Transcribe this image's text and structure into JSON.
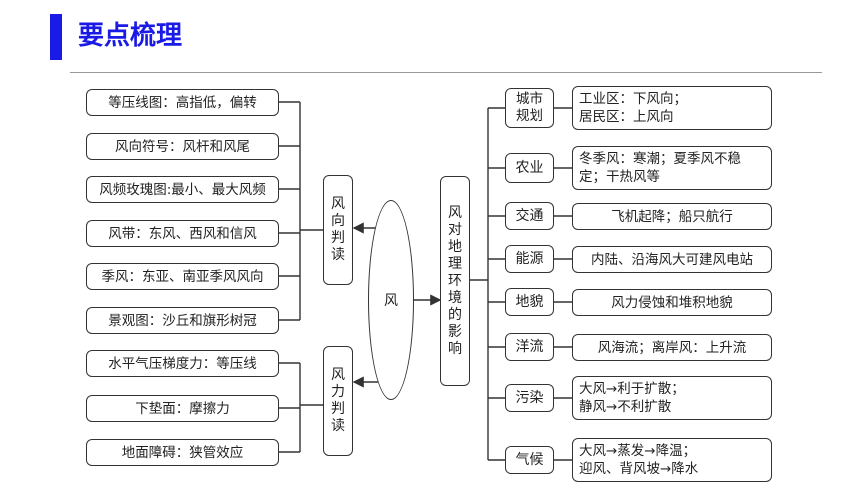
{
  "header": {
    "title": "要点梳理",
    "accent_color": "#1a1ae6"
  },
  "center": "风",
  "left_top_group": {
    "label": "风向判读",
    "items": [
      "等压线图：高指低，偏转",
      "风向符号：风杆和风尾",
      "风频玫瑰图:最小、最大风频",
      "风带：东风、西风和信风",
      "季风：东亚、南亚季风风向",
      "景观图：沙丘和旗形树冠"
    ]
  },
  "left_bottom_group": {
    "label": "风力判读",
    "items": [
      "水平气压梯度力：等压线",
      "下垫面：摩擦力",
      "地面障碍：狭管效应"
    ]
  },
  "right_group": {
    "label": "风对地理环境的影响",
    "categories": [
      {
        "name": "城市规划",
        "lines": [
          "工业区：下风向；",
          "居民区：上风向"
        ]
      },
      {
        "name": "农业",
        "lines": [
          "冬季风：寒潮；夏季风不稳",
          "定；干热风等"
        ]
      },
      {
        "name": "交通",
        "lines": [
          "飞机起降；船只航行"
        ]
      },
      {
        "name": "能源",
        "lines": [
          "内陆、沿海风大可建风电站"
        ]
      },
      {
        "name": "地貌",
        "lines": [
          "风力侵蚀和堆积地貌"
        ]
      },
      {
        "name": "洋流",
        "lines": [
          "风海流；离岸风：上升流"
        ]
      },
      {
        "name": "污染",
        "lines": [
          "大风→利于扩散；",
          "静风→不利扩散"
        ]
      },
      {
        "name": "气候",
        "lines": [
          "大风→蒸发→降温；",
          "迎风、背风坡→降水"
        ]
      }
    ]
  }
}
